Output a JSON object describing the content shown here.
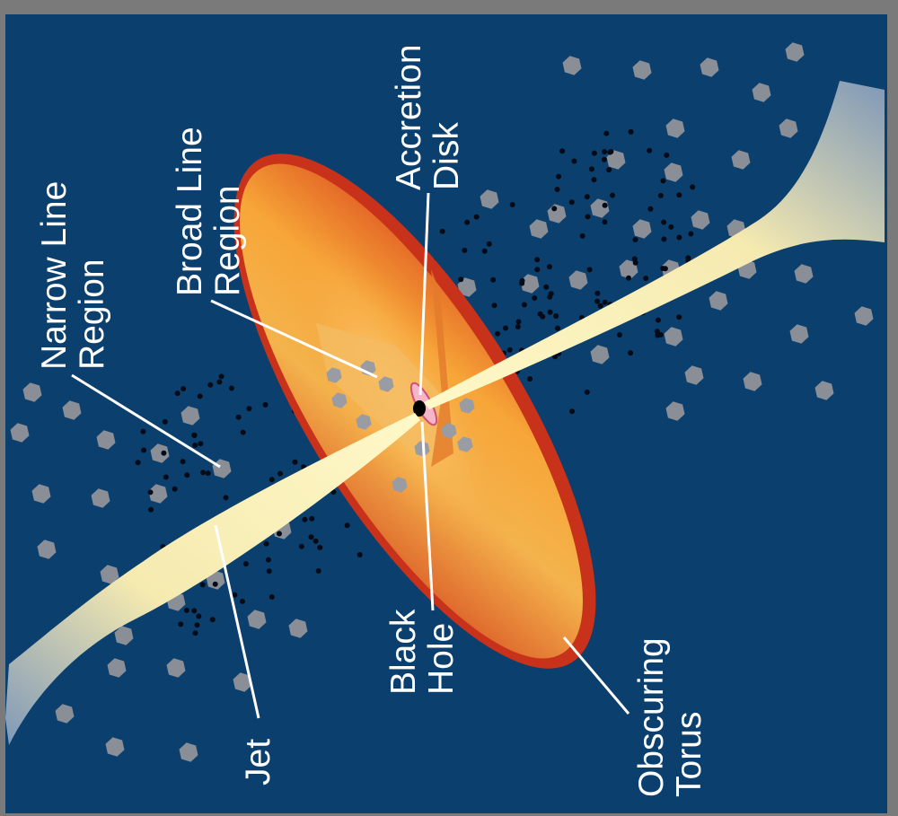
{
  "labels": {
    "accretion_disk": [
      "Accretion",
      "Disk"
    ],
    "broad_line_region": [
      "Broad Line",
      "Region"
    ],
    "narrow_line_region": [
      "Narrow Line",
      "Region"
    ],
    "black_hole": [
      "Black",
      "Hole"
    ],
    "jet": [
      "Jet"
    ],
    "obscuring_torus": [
      "Obscuring",
      "Torus"
    ]
  },
  "colors": {
    "background": "#0a3f6e",
    "frame": "#7a7a7a",
    "torus_outer": "#c8321a",
    "torus_inner": "#f6b24a",
    "jet": "#fbf2b8",
    "clouds": "#8a8e96",
    "dots": "#050b16"
  }
}
